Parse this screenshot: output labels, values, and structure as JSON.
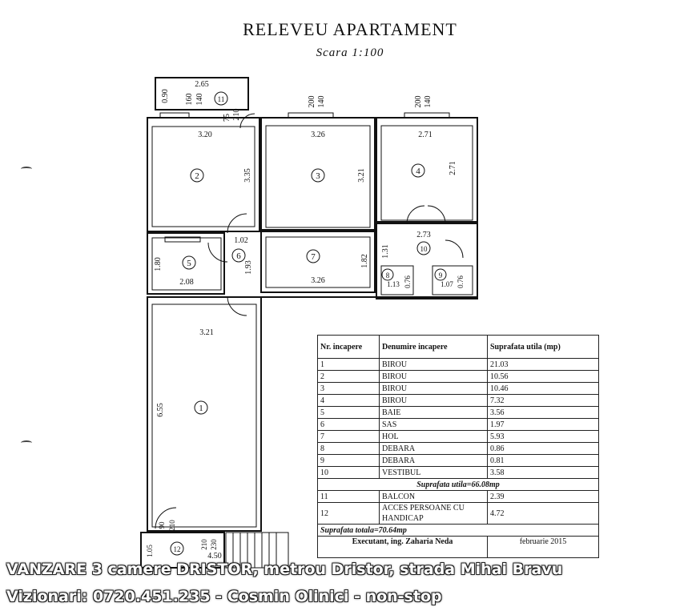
{
  "title": "RELEVEU APARTAMENT",
  "scale": "Scara 1:100",
  "rooms": [
    {
      "num": "1",
      "name": "BIROU",
      "area": "21.03"
    },
    {
      "num": "2",
      "name": "BIROU",
      "area": "10.56"
    },
    {
      "num": "3",
      "name": "BIROU",
      "area": "10.46"
    },
    {
      "num": "4",
      "name": "BIROU",
      "area": "7.32"
    },
    {
      "num": "5",
      "name": "BAIE",
      "area": "3.56"
    },
    {
      "num": "6",
      "name": "SAS",
      "area": "1.97"
    },
    {
      "num": "7",
      "name": "HOL",
      "area": "5.93"
    },
    {
      "num": "8",
      "name": "DEBARA",
      "area": "0.86"
    },
    {
      "num": "9",
      "name": "DEBARA",
      "area": "0.81"
    },
    {
      "num": "10",
      "name": "VESTIBUL",
      "area": "3.58"
    },
    {
      "num": "11",
      "name": "BALCON",
      "area": "2.39"
    },
    {
      "num": "12",
      "name": "ACCES PERSOANE CU HANDICAP",
      "area": "4.72"
    }
  ],
  "table": {
    "col_num": "Nr. incapere",
    "col_name": "Denumire incapere",
    "col_area": "Suprafata utila (mp)",
    "useful_total": "Suprafata utila=66.08mp",
    "grand_total": "Suprafata totala=70.64mp",
    "executant": "Executant, ing. Zaharia Neda",
    "date": "februarie 2015"
  },
  "dimensions": {
    "d265": "2.65",
    "d090": "0.90",
    "d160": "160",
    "d140a": "140",
    "d75": "75",
    "d210a": "210",
    "d200a": "200",
    "d140b": "140",
    "d200b": "200",
    "d140c": "140",
    "d320": "3.20",
    "d326a": "3.26",
    "d271a": "2.71",
    "d335": "3.35",
    "d321a": "3.21",
    "d271b": "2.71",
    "d102": "1.02",
    "d273": "2.73",
    "d131": "1.31",
    "d180": "1.80",
    "d193": "1.93",
    "d182": "1.82",
    "d208": "2.08",
    "d326b": "3.26",
    "d113": "1.13",
    "d076": "0.76",
    "d107": "1.07",
    "d076b": "0.76",
    "d321b": "3.21",
    "d655": "6.55",
    "d90": "90",
    "d210b": "210",
    "d105": "1.05",
    "d210c": "210",
    "d230": "230",
    "d450": "4.50"
  },
  "overlay": {
    "line1": "VANZARE 3 camere DRISTOR, metrou Dristor, strada Mihai Bravu",
    "line2": "Vizionari: 0720.451.235 - Cosmin Olinici - non-stop"
  }
}
